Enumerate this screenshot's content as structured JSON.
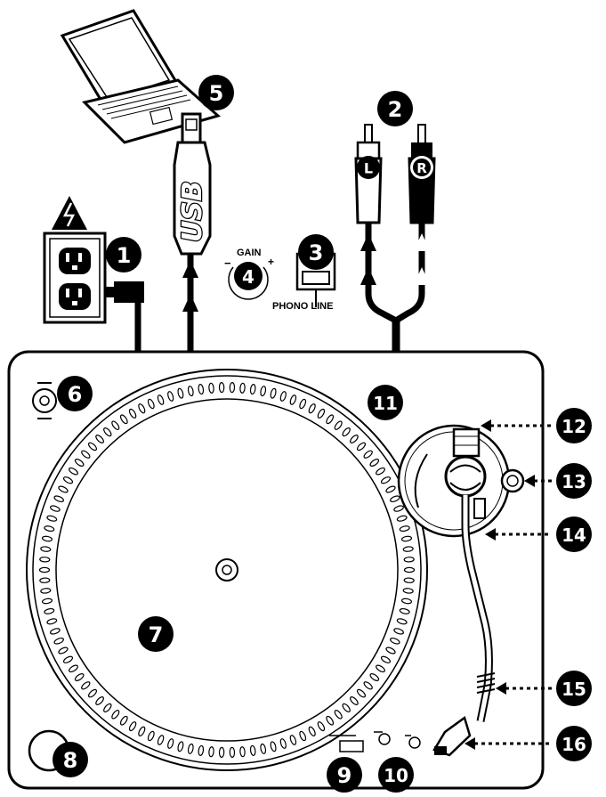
{
  "callouts": {
    "c1": "1",
    "c2": "2",
    "c3": "3",
    "c4": "4",
    "c5": "5",
    "c6": "6",
    "c7": "7",
    "c8": "8",
    "c9": "9",
    "c10": "10",
    "c11": "11",
    "c12": "12",
    "c13": "13",
    "c14": "14",
    "c15": "15",
    "c16": "16"
  },
  "labels": {
    "usb": "USB",
    "gain": "GAIN",
    "phono_line": "PHONO LINE",
    "left_channel": "L",
    "right_channel": "R",
    "minus": "−",
    "plus": "+"
  },
  "colors": {
    "ink": "#000000",
    "paper": "#ffffff",
    "gray": "#d9d9d9"
  },
  "icons": [
    "laptop-icon",
    "power-outlet-icon",
    "warning-triangle-icon",
    "usb-cable-icon",
    "rca-plug-icon",
    "gain-knob-icon",
    "phono-line-switch-icon",
    "turntable-icon",
    "tonearm-icon",
    "headshell-icon"
  ]
}
